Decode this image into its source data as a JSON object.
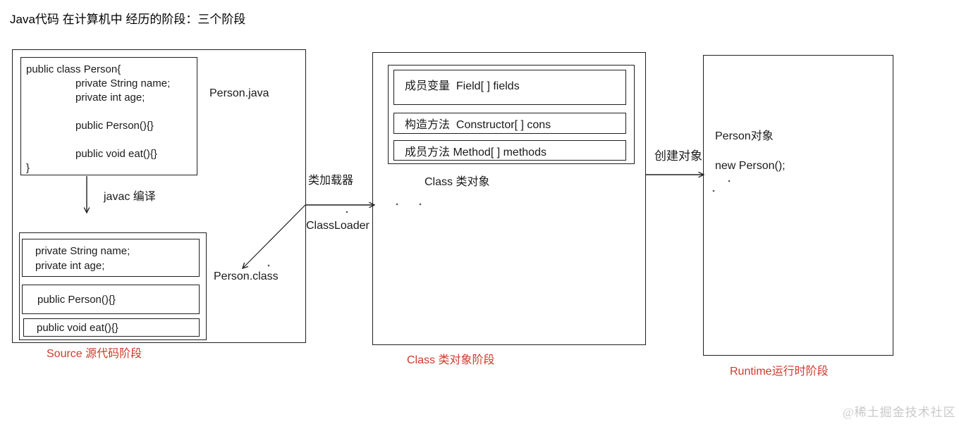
{
  "title": "Java代码 在计算机中 经历的阶段：三个阶段",
  "source_stage": {
    "code_lines": [
      "public class Person{",
      "private String name;",
      "private int age;",
      "",
      "public Person(){}",
      "",
      "public void eat(){}",
      "}"
    ],
    "file_label": "Person.java",
    "compile_label": "javac 编译",
    "compiled": {
      "field_lines": [
        "private String name;",
        "private int age;"
      ],
      "constructor_line": "public Person(){}",
      "method_line": "public void eat(){}"
    },
    "class_file_label": "Person.class",
    "stage_label": "Source 源代码阶段"
  },
  "loader": {
    "zh": "类加载器",
    "en": "ClassLoader"
  },
  "class_stage": {
    "members": [
      "成员变量  Field[ ] fields",
      "构造方法  Constructor[ ] cons",
      "成员方法 Method[ ] methods"
    ],
    "object_label": "Class 类对象",
    "stage_label": "Class 类对象阶段"
  },
  "runtime_stage": {
    "create_label": "创建对象",
    "object_label": "Person对象",
    "code_line": "new Person();",
    "stage_label": "Runtime运行时阶段"
  },
  "watermark": "@稀土掘金技术社区",
  "colors": {
    "line": "#1f1f1f",
    "stage_red": "#cc3b2c",
    "watermark_gray": "#c9c9c9"
  }
}
